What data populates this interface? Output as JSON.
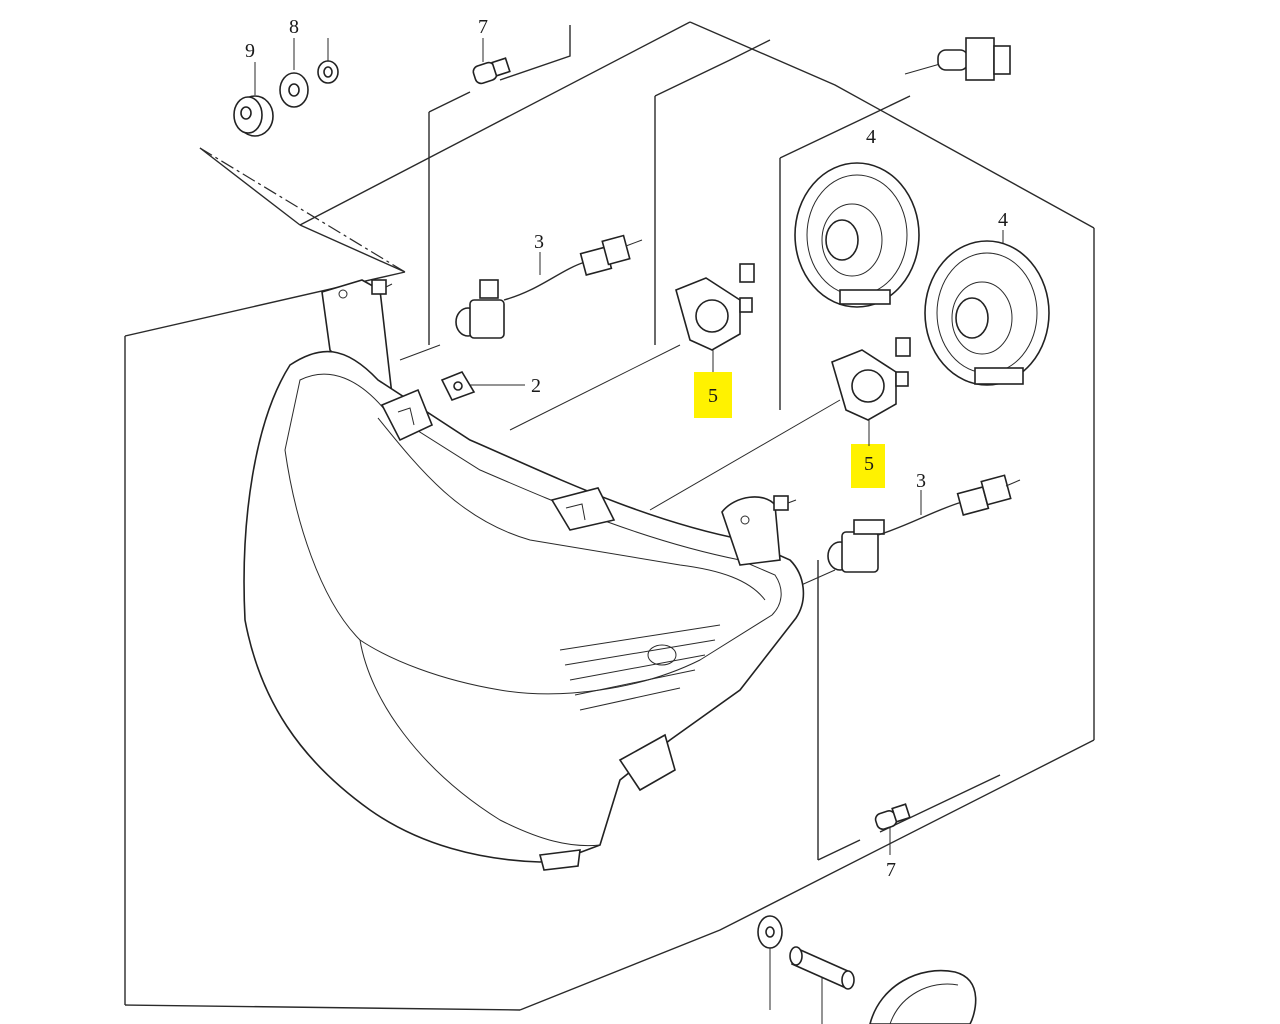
{
  "highlight_color": "#fff200",
  "line_color": "#2a2a2a",
  "callouts": [
    {
      "id": "c9",
      "label": "9"
    },
    {
      "id": "c8",
      "label": "8"
    },
    {
      "id": "c7a",
      "label": "7"
    },
    {
      "id": "c3a",
      "label": "3"
    },
    {
      "id": "c2",
      "label": "2"
    },
    {
      "id": "c5a",
      "label": "5",
      "highlighted": true
    },
    {
      "id": "c4a",
      "label": "4"
    },
    {
      "id": "c4b",
      "label": "4"
    },
    {
      "id": "c5b",
      "label": "5",
      "highlighted": true
    },
    {
      "id": "c3b",
      "label": "3"
    },
    {
      "id": "c7b",
      "label": "7"
    }
  ]
}
